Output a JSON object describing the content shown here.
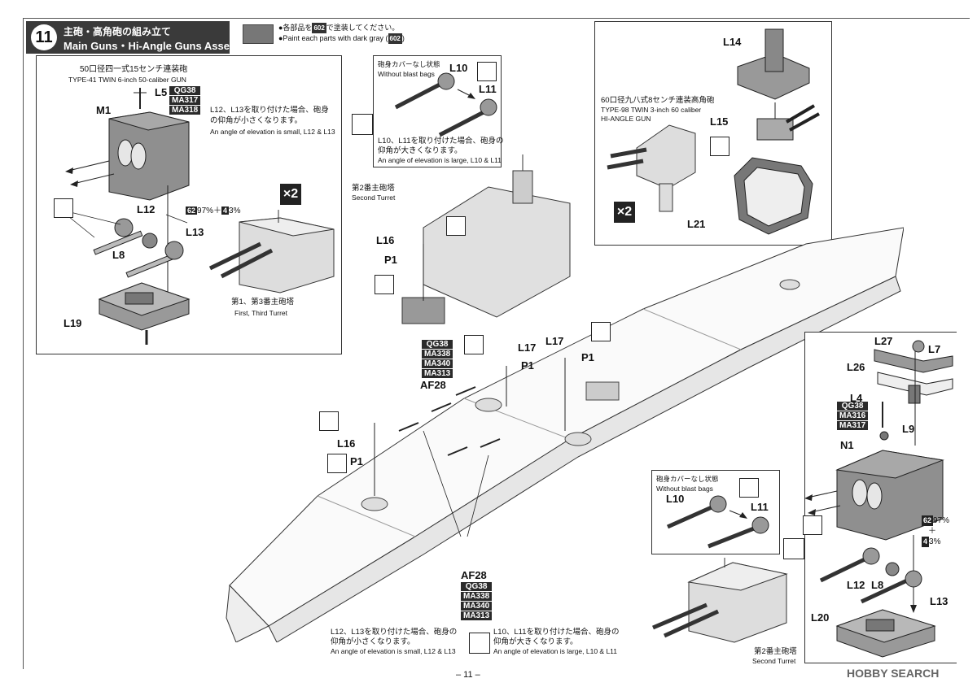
{
  "header": {
    "step_number": "11",
    "title_jp": "主砲・高角砲の組み立て",
    "title_en": "Main Guns・Hi-Angle Guns Assembly"
  },
  "paint_note": {
    "jp_prefix": "●各部品を",
    "jp_code": "602",
    "jp_suffix": "で塗装してください。",
    "en_prefix": "●Paint each parts with dark gray (",
    "en_code": "602",
    "en_suffix": ")",
    "swatch_color": "#777777"
  },
  "panel_main_gun": {
    "title_jp": "50口径四一式15センチ連装砲",
    "title_en": "TYPE-41 TWIN 6-inch 50-caliber GUN",
    "parts": {
      "l5": "L5",
      "m1": "M1",
      "l12": "L12",
      "l13": "L13",
      "l8": "L8",
      "l19": "L19"
    },
    "codes_l5": [
      "QG38",
      "MA317",
      "MA318"
    ],
    "note_jp_1": "L12、L13を取り付けた場合、砲身",
    "note_jp_2": "の仰角が小さくなります。",
    "note_en": "An angle of elevation is small, L12 & L13",
    "mix_code_a": "62",
    "mix_pct_a": "97%＋",
    "mix_code_b": "4",
    "mix_pct_b": "3%",
    "multiplier": "×2",
    "turret_jp": "第1、第3番主砲塔",
    "turret_en": "First, Third Turret"
  },
  "panel_no_bags_top": {
    "title_jp": "砲身カバーなし状態",
    "title_en": "Without blast bags",
    "parts": {
      "l10": "L10",
      "l11": "L11"
    },
    "note_jp_1": "L10、L11を取り付けた場合、砲身の",
    "note_jp_2": "仰角が大きくなります。",
    "note_en": "An angle of elevation is large, L10 & L11"
  },
  "panel_ha_gun": {
    "title_jp": "60口径九八式8センチ連装高角砲",
    "title_en_1": "TYPE-98 TWIN 3-inch 60 caliber",
    "title_en_2": "HI-ANGLE GUN",
    "parts": {
      "l14": "L14",
      "l15": "L15",
      "l21": "L21"
    },
    "multiplier": "×2"
  },
  "ship_labels": {
    "second_turret_jp": "第2番主砲塔",
    "second_turret_en": "Second Turret",
    "l16_a": "L16",
    "p1_a": "P1",
    "l17_a": "L17",
    "p1_b": "P1",
    "l17_b": "L17",
    "p1_c": "P1",
    "af28_a": "AF28",
    "codes_af28_a": [
      "QG38",
      "MA338",
      "MA340",
      "MA313"
    ],
    "l16_b": "L16",
    "p1_d": "P1",
    "af28_b": "AF28",
    "codes_af28_b": [
      "QG38",
      "MA338",
      "MA340",
      "MA313"
    ]
  },
  "bottom_notes": {
    "left_jp_1": "L12、L13を取り付けた場合、砲身の",
    "left_jp_2": "仰角が小さくなります。",
    "left_en": "An angle of elevation is small, L12 & L13",
    "right_jp_1": "L10、L11を取り付けた場合、砲身の",
    "right_jp_2": "仰角が大きくなります。",
    "right_en": "An angle of elevation is large, L10 & L11"
  },
  "panel_second_turret": {
    "parts": {
      "l27": "L27",
      "l7": "L7",
      "l26": "L26",
      "l4": "L4",
      "l9": "L9",
      "n1": "N1",
      "l12": "L12",
      "l8": "L8",
      "l13": "L13",
      "l20": "L20"
    },
    "codes_l4": [
      "QG38",
      "MA316",
      "MA317"
    ],
    "mix_code_a": "62",
    "mix_pct_a": "97%",
    "mix_plus": "＋",
    "mix_code_b": "4",
    "mix_pct_b": "3%",
    "turret_jp": "第2番主砲塔",
    "turret_en": "Second Turret"
  },
  "panel_no_bags_bottom": {
    "title_jp": "砲身カバーなし状態",
    "title_en": "Without blast bags",
    "parts": {
      "l10": "L10",
      "l11": "L11"
    }
  },
  "footer": {
    "page": "– 11 –",
    "watermark": "HOBBY SEARCH"
  }
}
